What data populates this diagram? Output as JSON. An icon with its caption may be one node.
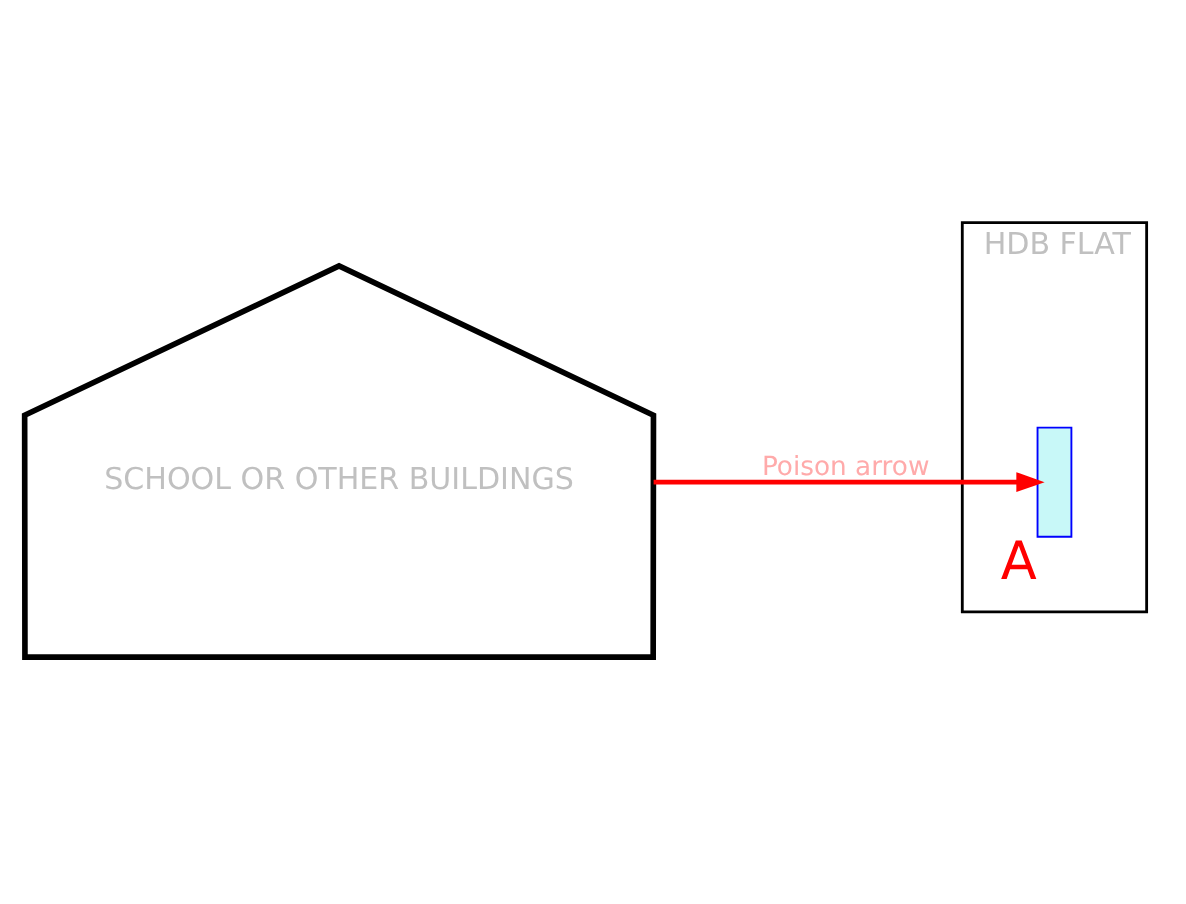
{
  "diagram": {
    "nodes": [
      {
        "text": [
          "SCHOOL OR OTHER BUILDINGS"
        ]
      },
      {
        "text": [
          "HDB FLAT"
        ]
      },
      {
        "text": [],
        "shape": "box",
        "in": 1,
        "beside": [
          "A"
        ]
      }
    ],
    "edges": [
      {
        "from": 0,
        "to": 2,
        "arrow": "to",
        "label": "Poison arrow",
        "color": "#ff0000"
      }
    ]
  }
}
